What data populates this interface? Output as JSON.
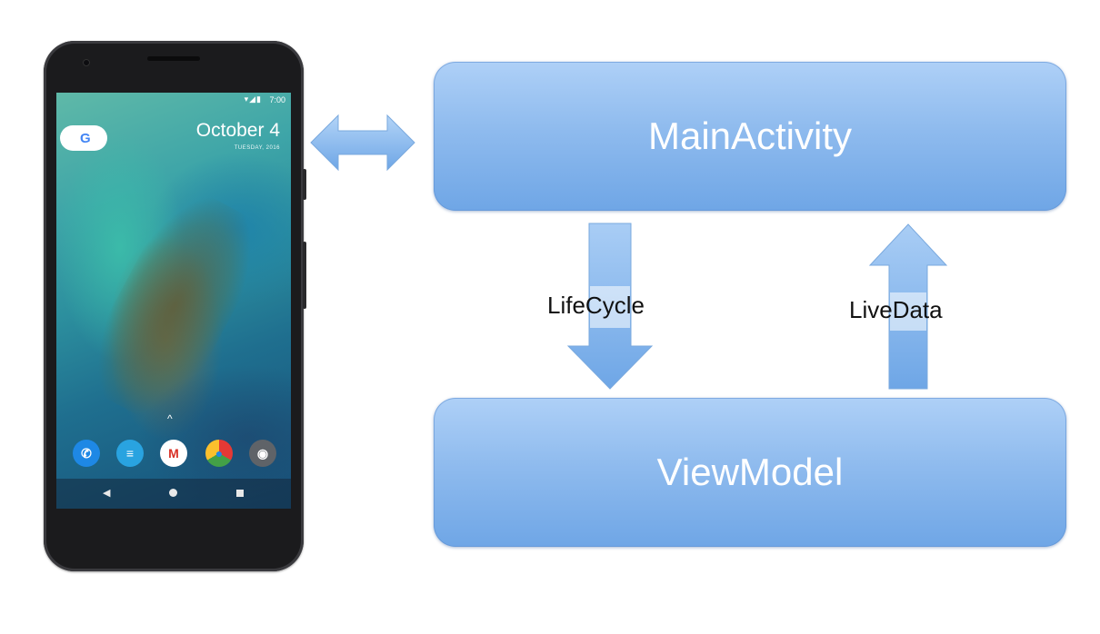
{
  "phone": {
    "status_time": "7:00",
    "status_icons": "▾◢▮",
    "google_letter": "G",
    "date": "October 4",
    "weekday": "TUESDAY, 2016",
    "up_chevron": "^",
    "dock_apps": [
      {
        "name": "phone",
        "color": "#1e88e5",
        "glyph": "✆"
      },
      {
        "name": "messages",
        "color": "#29a3e0",
        "glyph": "≡"
      },
      {
        "name": "gmail",
        "color": "#ffffff",
        "glyph": "M"
      },
      {
        "name": "chrome",
        "color": "#e53935",
        "glyph": "●"
      },
      {
        "name": "camera",
        "color": "#5f6368",
        "glyph": "◉"
      }
    ],
    "nav_back": "◀"
  },
  "diagram": {
    "top_box": "MainActivity",
    "bottom_box": "ViewModel",
    "down_arrow_label": "LifeCycle",
    "up_arrow_label": "LiveData"
  },
  "colors": {
    "box_light": "#aed0f7",
    "box_dark": "#6fa6e6",
    "arrow_light": "#a9cdf5",
    "arrow_dark": "#6ea6e6"
  }
}
